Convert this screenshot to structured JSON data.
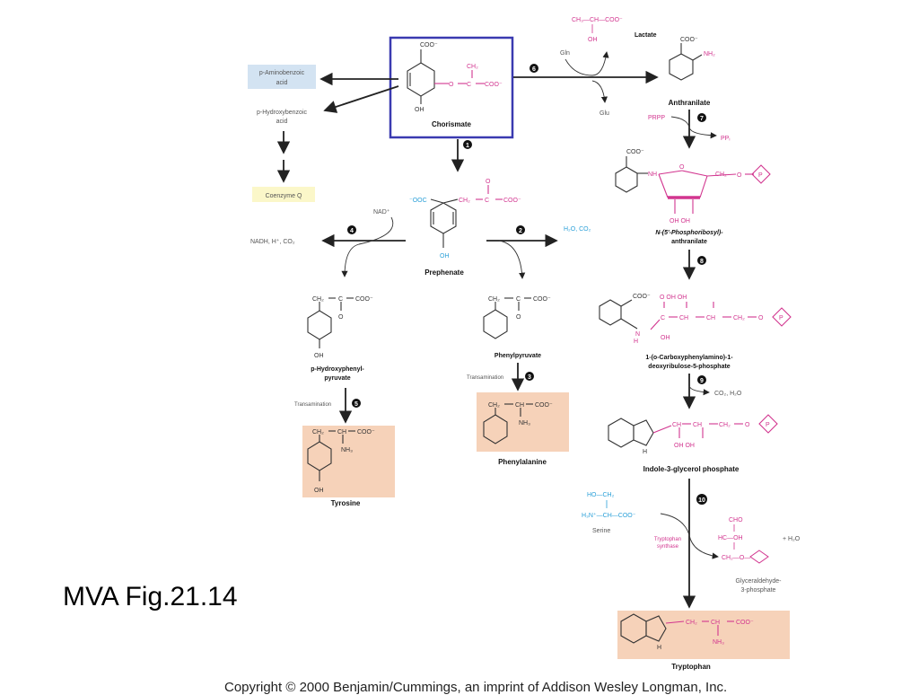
{
  "caption": "MVA Fig.21.14",
  "copyright": "Copyright © 2000 Benjamin/Cummings, an imprint of Addison Wesley Longman, Inc.",
  "labels": {
    "chorismate": "Chorismate",
    "prephenate": "Prephenate",
    "anthranilate": "Anthranilate",
    "lactate": "Lactate",
    "paba_line1": "p-Aminobenzoic",
    "paba_line2": "acid",
    "phba_line1": "p-Hydroxybenzoic",
    "phba_line2": "acid",
    "coenzyme_q": "Coenzyme Q",
    "p_hydroxyphenylpyruvate_line1": "p-Hydroxyphenyl-",
    "p_hydroxyphenylpyruvate_line2": "pyruvate",
    "phenylpyruvate": "Phenylpyruvate",
    "tyrosine": "Tyrosine",
    "phenylalanine": "Phenylalanine",
    "prpa_line1": "N-(5'-Phosphoribosyl)-",
    "prpa_line2": "anthranilate",
    "cdrp_line1": "1-(o-Carboxyphenylamino)-1-",
    "cdrp_line2": "deoxyribulose-5-phosphate",
    "igp": "Indole-3-glycerol phosphate",
    "serine": "Serine",
    "tryptophan_synthase_line1": "Tryptophan",
    "tryptophan_synthase_line2": "synthase",
    "g3p_line1": "Glyceraldehyde-",
    "g3p_line2": "3-phosphate",
    "tryptophan": "Tryptophan",
    "transamination": "Transamination"
  },
  "reagents": {
    "gln": "Gln",
    "glu": "Glu",
    "prpp": "PRPP",
    "ppi": "PPᵢ",
    "nad": "NAD⁺",
    "nadh_co2": "NADH, H⁺, CO₂",
    "h2o_co2": "H₂O, CO₂",
    "co2_h2o": "CO₂, H₂O",
    "plus_h2o": "+ H₂O"
  },
  "steps": [
    "1",
    "2",
    "3",
    "4",
    "5",
    "6",
    "7",
    "8",
    "9",
    "10"
  ],
  "colors": {
    "highlight_box": "#3a3ab0",
    "blue_fill": "#d3e3f2",
    "yellow_fill": "#fbf7c9",
    "product_fill": "#f6d2b9",
    "magenta": "#d2358f",
    "cyan": "#2ba0d8",
    "ink": "#333333"
  }
}
